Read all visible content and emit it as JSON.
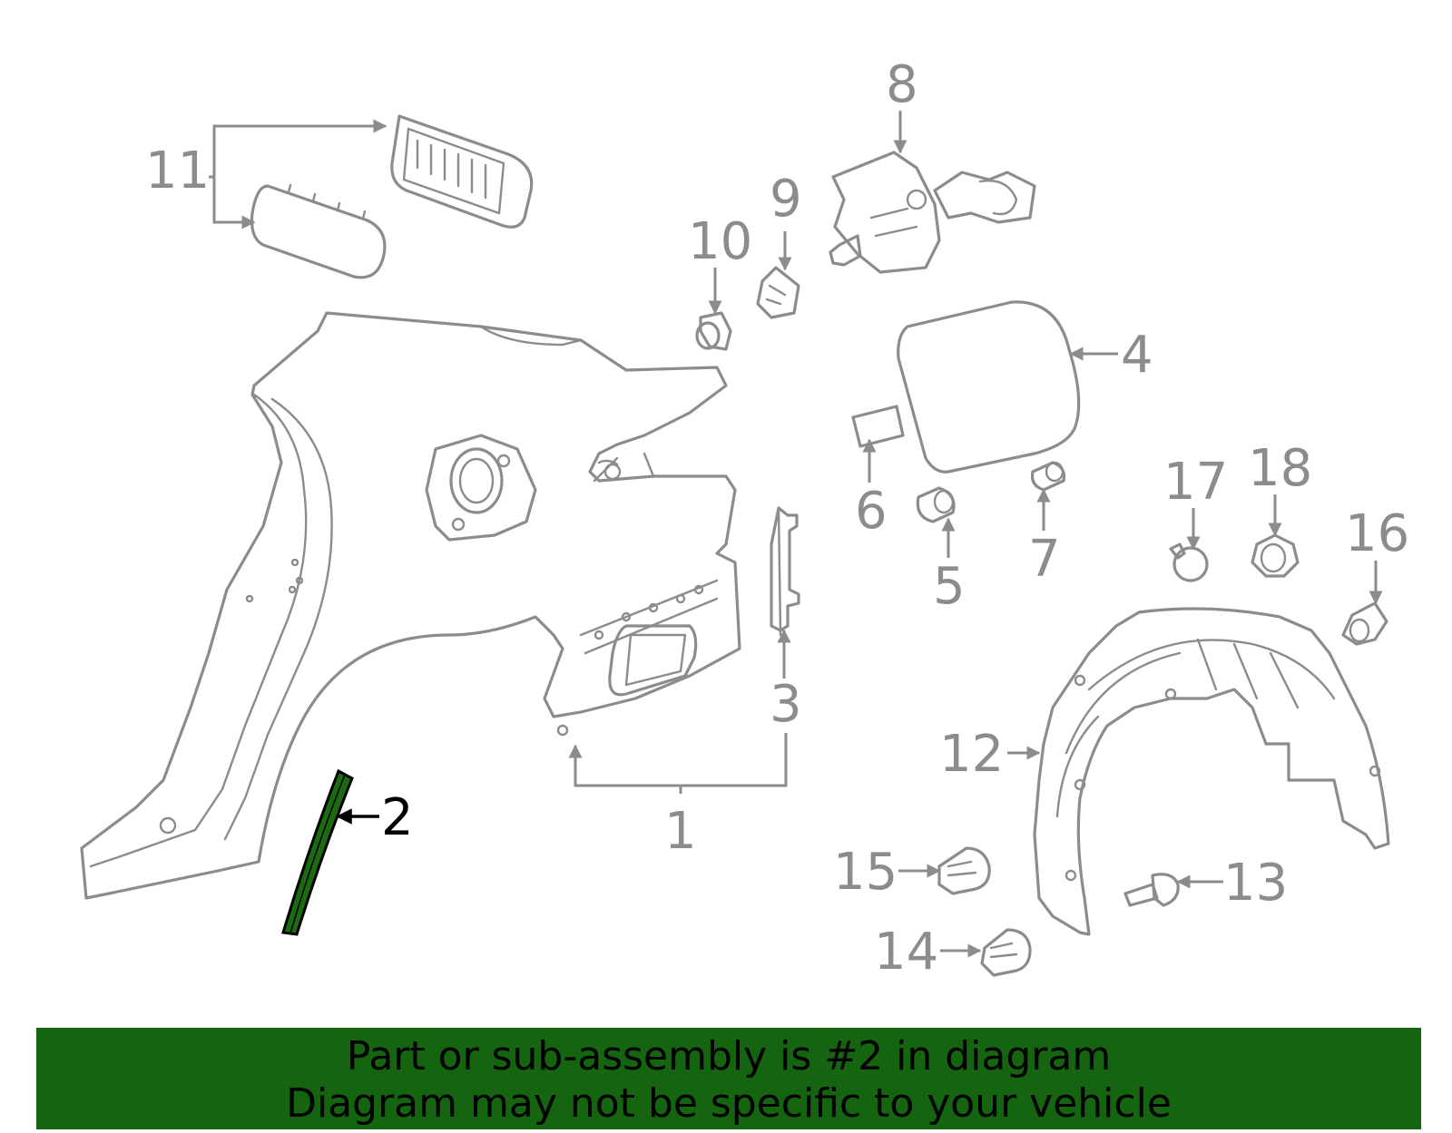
{
  "colors": {
    "line": "#8c8c8c",
    "highlight_fill": "#1c6b12",
    "highlight_label": "#000000",
    "banner_bg": "#146410",
    "banner_text": "#000000"
  },
  "callouts": {
    "c1": "1",
    "c2": "2",
    "c3": "3",
    "c4": "4",
    "c5": "5",
    "c6": "6",
    "c7": "7",
    "c8": "8",
    "c9": "9",
    "c10": "10",
    "c11": "11",
    "c12": "12",
    "c13": "13",
    "c14": "14",
    "c15": "15",
    "c16": "16",
    "c17": "17",
    "c18": "18"
  },
  "highlighted_part": "2",
  "banner": {
    "line1": "Part or sub-assembly is #2 in diagram",
    "line2": "Diagram may not be specific to your vehicle"
  }
}
